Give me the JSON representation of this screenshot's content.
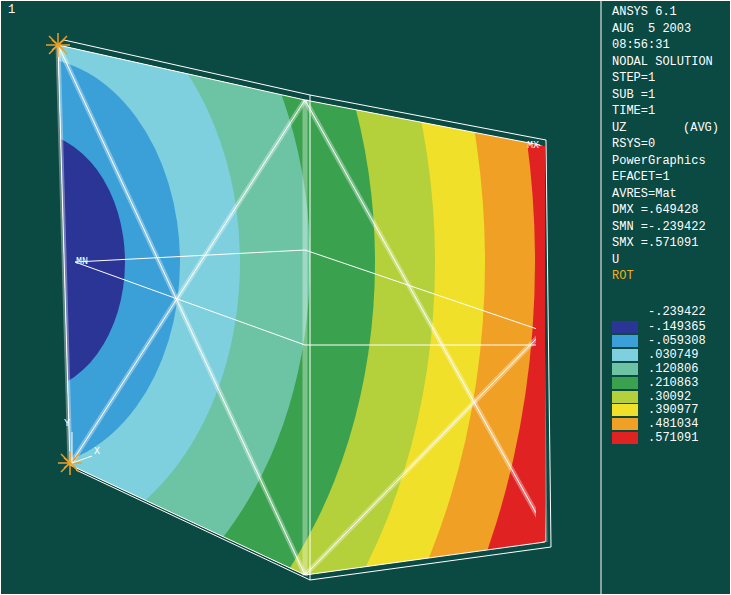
{
  "diagram": {
    "labels": [
      "1",
      "ANSYS 6.1",
      "AUG  5 2003",
      "08:56:31",
      "NODAL SOLUTION",
      "STEP=1",
      "SUB =1",
      "TIME=1",
      "UZ",
      "(AVG)",
      "RSYS=0",
      "PowerGraphics",
      "EFACET=1",
      "AVRES=Mat",
      "DMX =.649428",
      "SMN =-.239422",
      "SMX =.571091",
      "U",
      "ROT",
      "-.239422",
      "MN",
      "MX",
      "Y",
      "X"
    ],
    "legend": [
      {
        "text": "-.149365",
        "color": "#2a3596"
      },
      {
        "text": "-.059308",
        "color": "#3b9fd8"
      },
      {
        "text": ".030749",
        "color": "#7fd0de"
      },
      {
        "text": ".120806",
        "color": "#6cc4a4"
      },
      {
        "text": ".210863",
        "color": "#3aa24e"
      },
      {
        "text": ".30092",
        "color": "#b4d03a"
      },
      {
        "text": ".390977",
        "color": "#f0e02a"
      },
      {
        "text": ".481034",
        "color": "#f0a024"
      },
      {
        "text": ".571091",
        "color": "#e02222"
      }
    ]
  }
}
